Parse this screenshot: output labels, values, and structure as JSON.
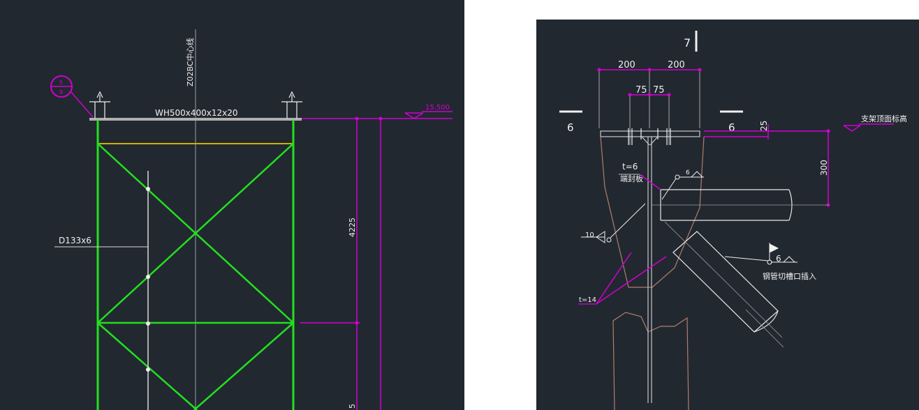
{
  "left": {
    "centerline_label": "Z02BC中心线",
    "beam_label": "WH500x400x12x20",
    "pipe_label": "D133x6",
    "elevation": "15.500",
    "dim_height": "4225",
    "dim_lower_partial": "5",
    "detail_callout": {
      "top": "5",
      "bottom": "9"
    }
  },
  "right": {
    "section_top": "7",
    "section_left": "6",
    "section_right": "6",
    "dim_outer_left": "200",
    "dim_outer_right": "200",
    "dim_inner_left": "75",
    "dim_inner_right": "75",
    "dim_plate": "25",
    "dim_vertical": "300",
    "elevation_label": "支架顶面标高",
    "end_plate_thickness": "t=6",
    "end_plate_label": "端封板",
    "weld_upper": "6",
    "weld_left": "10",
    "weld_right": "6",
    "gusset_thickness": "t=14",
    "slot_note": "钢管切槽口插入"
  },
  "colors": {
    "background": "#222830",
    "green": "#22e11f",
    "magenta": "#d200d2",
    "yellow": "#c8b400",
    "brown": "#b07e6e",
    "white": "#f0f0f0"
  }
}
